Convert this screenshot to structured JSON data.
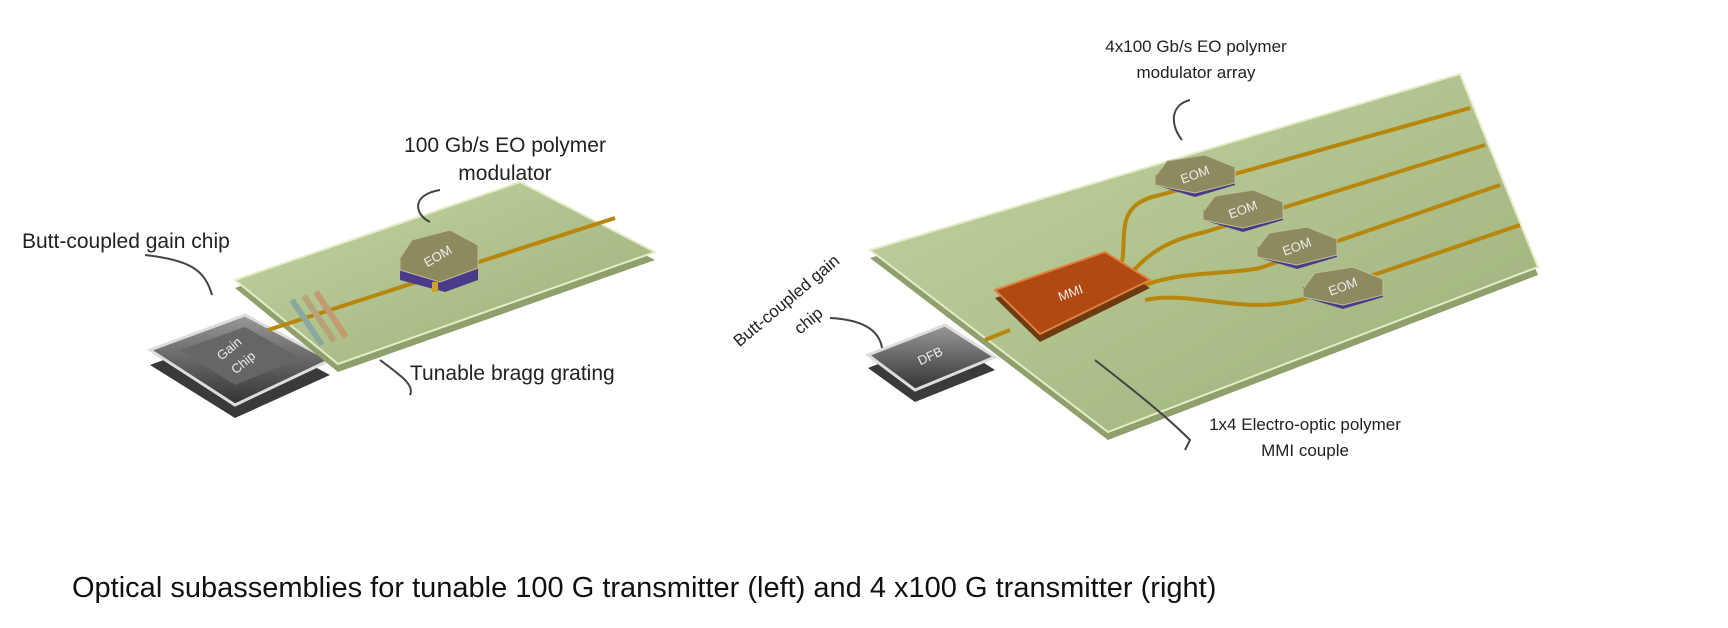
{
  "left": {
    "gain_chip_label": "Butt-coupled gain chip",
    "modulator_label_line1": "100 Gb/s EO polymer",
    "modulator_label_line2": "modulator",
    "grating_label": "Tunable bragg grating",
    "chip_text_line1": "Gain",
    "chip_text_line2": "Chip",
    "eom_text": "EOM"
  },
  "right": {
    "array_label_line1": "4x100 Gb/s EO polymer",
    "array_label_line2": "modulator array",
    "gain_chip_label_line1": "Butt-coupled gain",
    "gain_chip_label_line2": "chip",
    "mmi_label_line1": "1x4 Electro-optic polymer",
    "mmi_label_line2": "MMI couple",
    "dfb_text": "DFB",
    "mmi_text": "MMI",
    "eom_texts": [
      "EOM",
      "EOM",
      "EOM",
      "EOM"
    ]
  },
  "caption": "Optical subassemblies for tunable 100 G transmitter (left) and 4 x100 G transmitter (right)",
  "colors": {
    "board": "#a9bd86",
    "waveguide": "#b8860b",
    "eom": "#8c8a5e",
    "eom_base": "#4b3a8a",
    "mmi": "#b04a12",
    "chip": "#555555"
  }
}
